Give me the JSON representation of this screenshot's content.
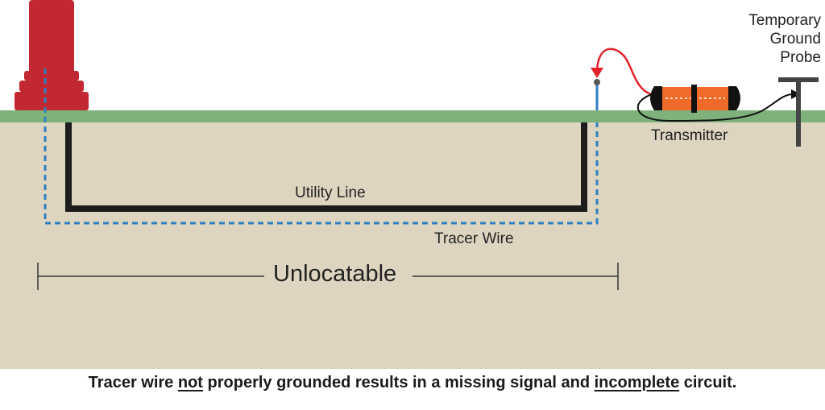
{
  "labels": {
    "probe_line1": "Temporary",
    "probe_line2": "Ground",
    "probe_line3": "Probe",
    "transmitter": "Transmitter",
    "utility_line": "Utility Line",
    "tracer_wire": "Tracer Wire",
    "unlocatable": "Unlocatable"
  },
  "caption": {
    "part1": "Tracer wire ",
    "not": "not",
    "part2": " properly grounded results in a missing signal and ",
    "incomplete": "incomplete",
    "part3": " circuit."
  },
  "colors": {
    "sky": "#ffffff",
    "grass": "#7fb27a",
    "soil": "#ddd5c0",
    "hydrant": "#c22832",
    "utility_line": "#1c1c1c",
    "tracer_wire": "#2f7fc1",
    "transmitter_body": "#f06a2a",
    "transmitter_caps": "#111111",
    "signal_lead": "#e2232b",
    "probe": "#444444"
  }
}
